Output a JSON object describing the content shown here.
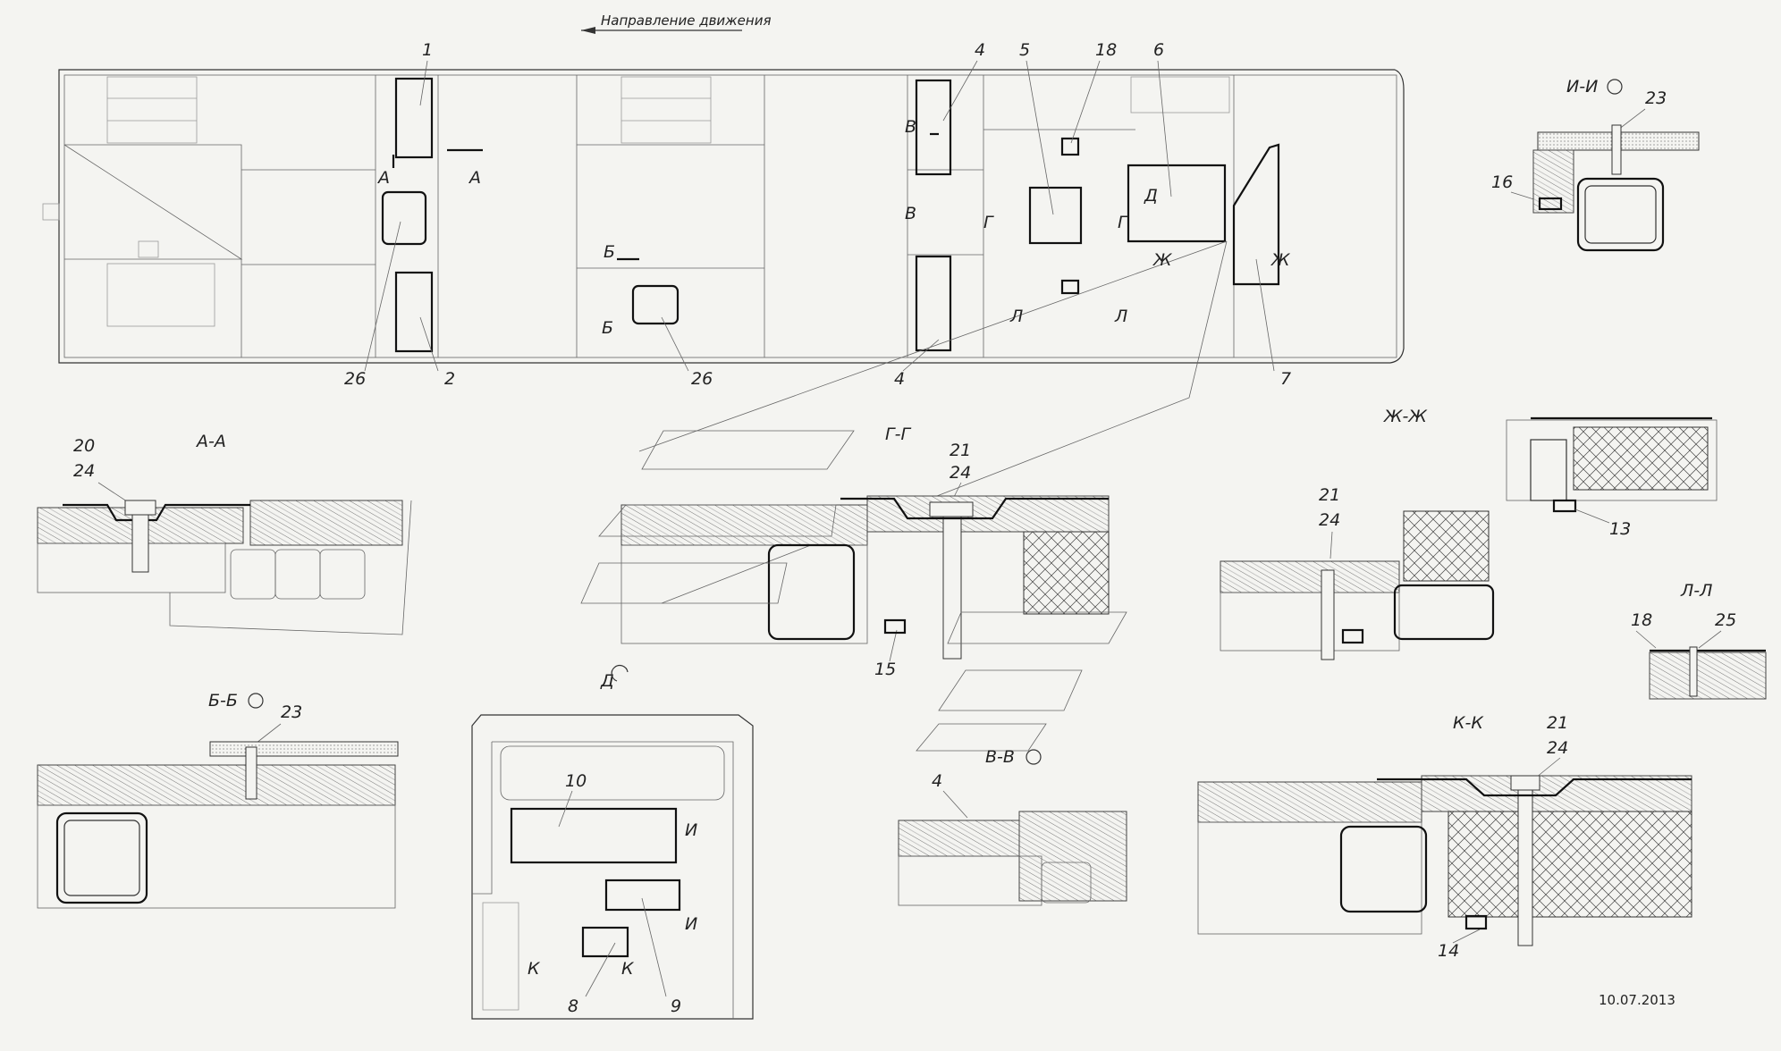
{
  "direction_label": "Направление движения",
  "date": "10.07.2013",
  "callouts": [
    "1",
    "2",
    "4",
    "4",
    "5",
    "18",
    "6",
    "7",
    "26",
    "26",
    "10",
    "9",
    "8"
  ],
  "section_titles": {
    "aa": "А-А",
    "bb": "Б-Б",
    "vv": "В-В",
    "gg": "Г-Г",
    "zhzh": "Ж-Ж",
    "ii": "И-И",
    "kk": "К-К",
    "ll": "Л-Л",
    "d": "Д"
  },
  "section_markers": {
    "a": "А",
    "b": "Б",
    "v": "В",
    "g": "Г",
    "d": "Д",
    "zh": "Ж",
    "l": "Л",
    "i": "И",
    "k": "К"
  },
  "detail_callouts": {
    "aa": [
      "20",
      "24"
    ],
    "bb": [
      "23"
    ],
    "gg": [
      "21",
      "24",
      "15"
    ],
    "vv": [
      "4"
    ],
    "ii": [
      "23",
      "16"
    ],
    "zhzh": [
      "13",
      "21",
      "24"
    ],
    "ll": [
      "18",
      "25"
    ],
    "kk": [
      "21",
      "24",
      "14"
    ]
  }
}
